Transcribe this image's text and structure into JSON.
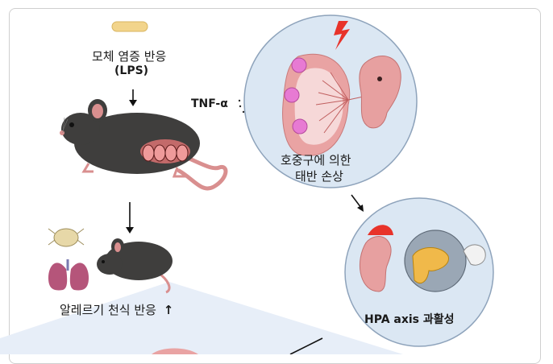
{
  "badge": "",
  "maternal": {
    "line1": "모체 염증 반응",
    "line2": "(LPS)"
  },
  "tnf_label": "TNF-α",
  "placenta_caption": {
    "line1": "호중구에 의한",
    "line2": "태반 손상"
  },
  "allergy": {
    "text": "알레르기 천식 반응",
    "arrow": "↑"
  },
  "hpa": {
    "text": "HPA  axis 과활성"
  },
  "colors": {
    "mouse_body": "#3f3e3d",
    "mouse_ear": "#d98f8f",
    "circle_fill": "#dbe7f3",
    "circle_stroke": "#8ea3bb",
    "placenta": "#e9a3a3",
    "neutrophil": "#e77ad3",
    "bolt": "#e8332a",
    "lung": "#b5557a",
    "mite": "#e7d8a8",
    "wedge": "#e7eef8"
  },
  "icons": [
    "down-arrow-icon",
    "lightning-icon",
    "dust-mite-icon",
    "lungs-icon",
    "kidney-adrenal-icon",
    "brain-icon"
  ]
}
